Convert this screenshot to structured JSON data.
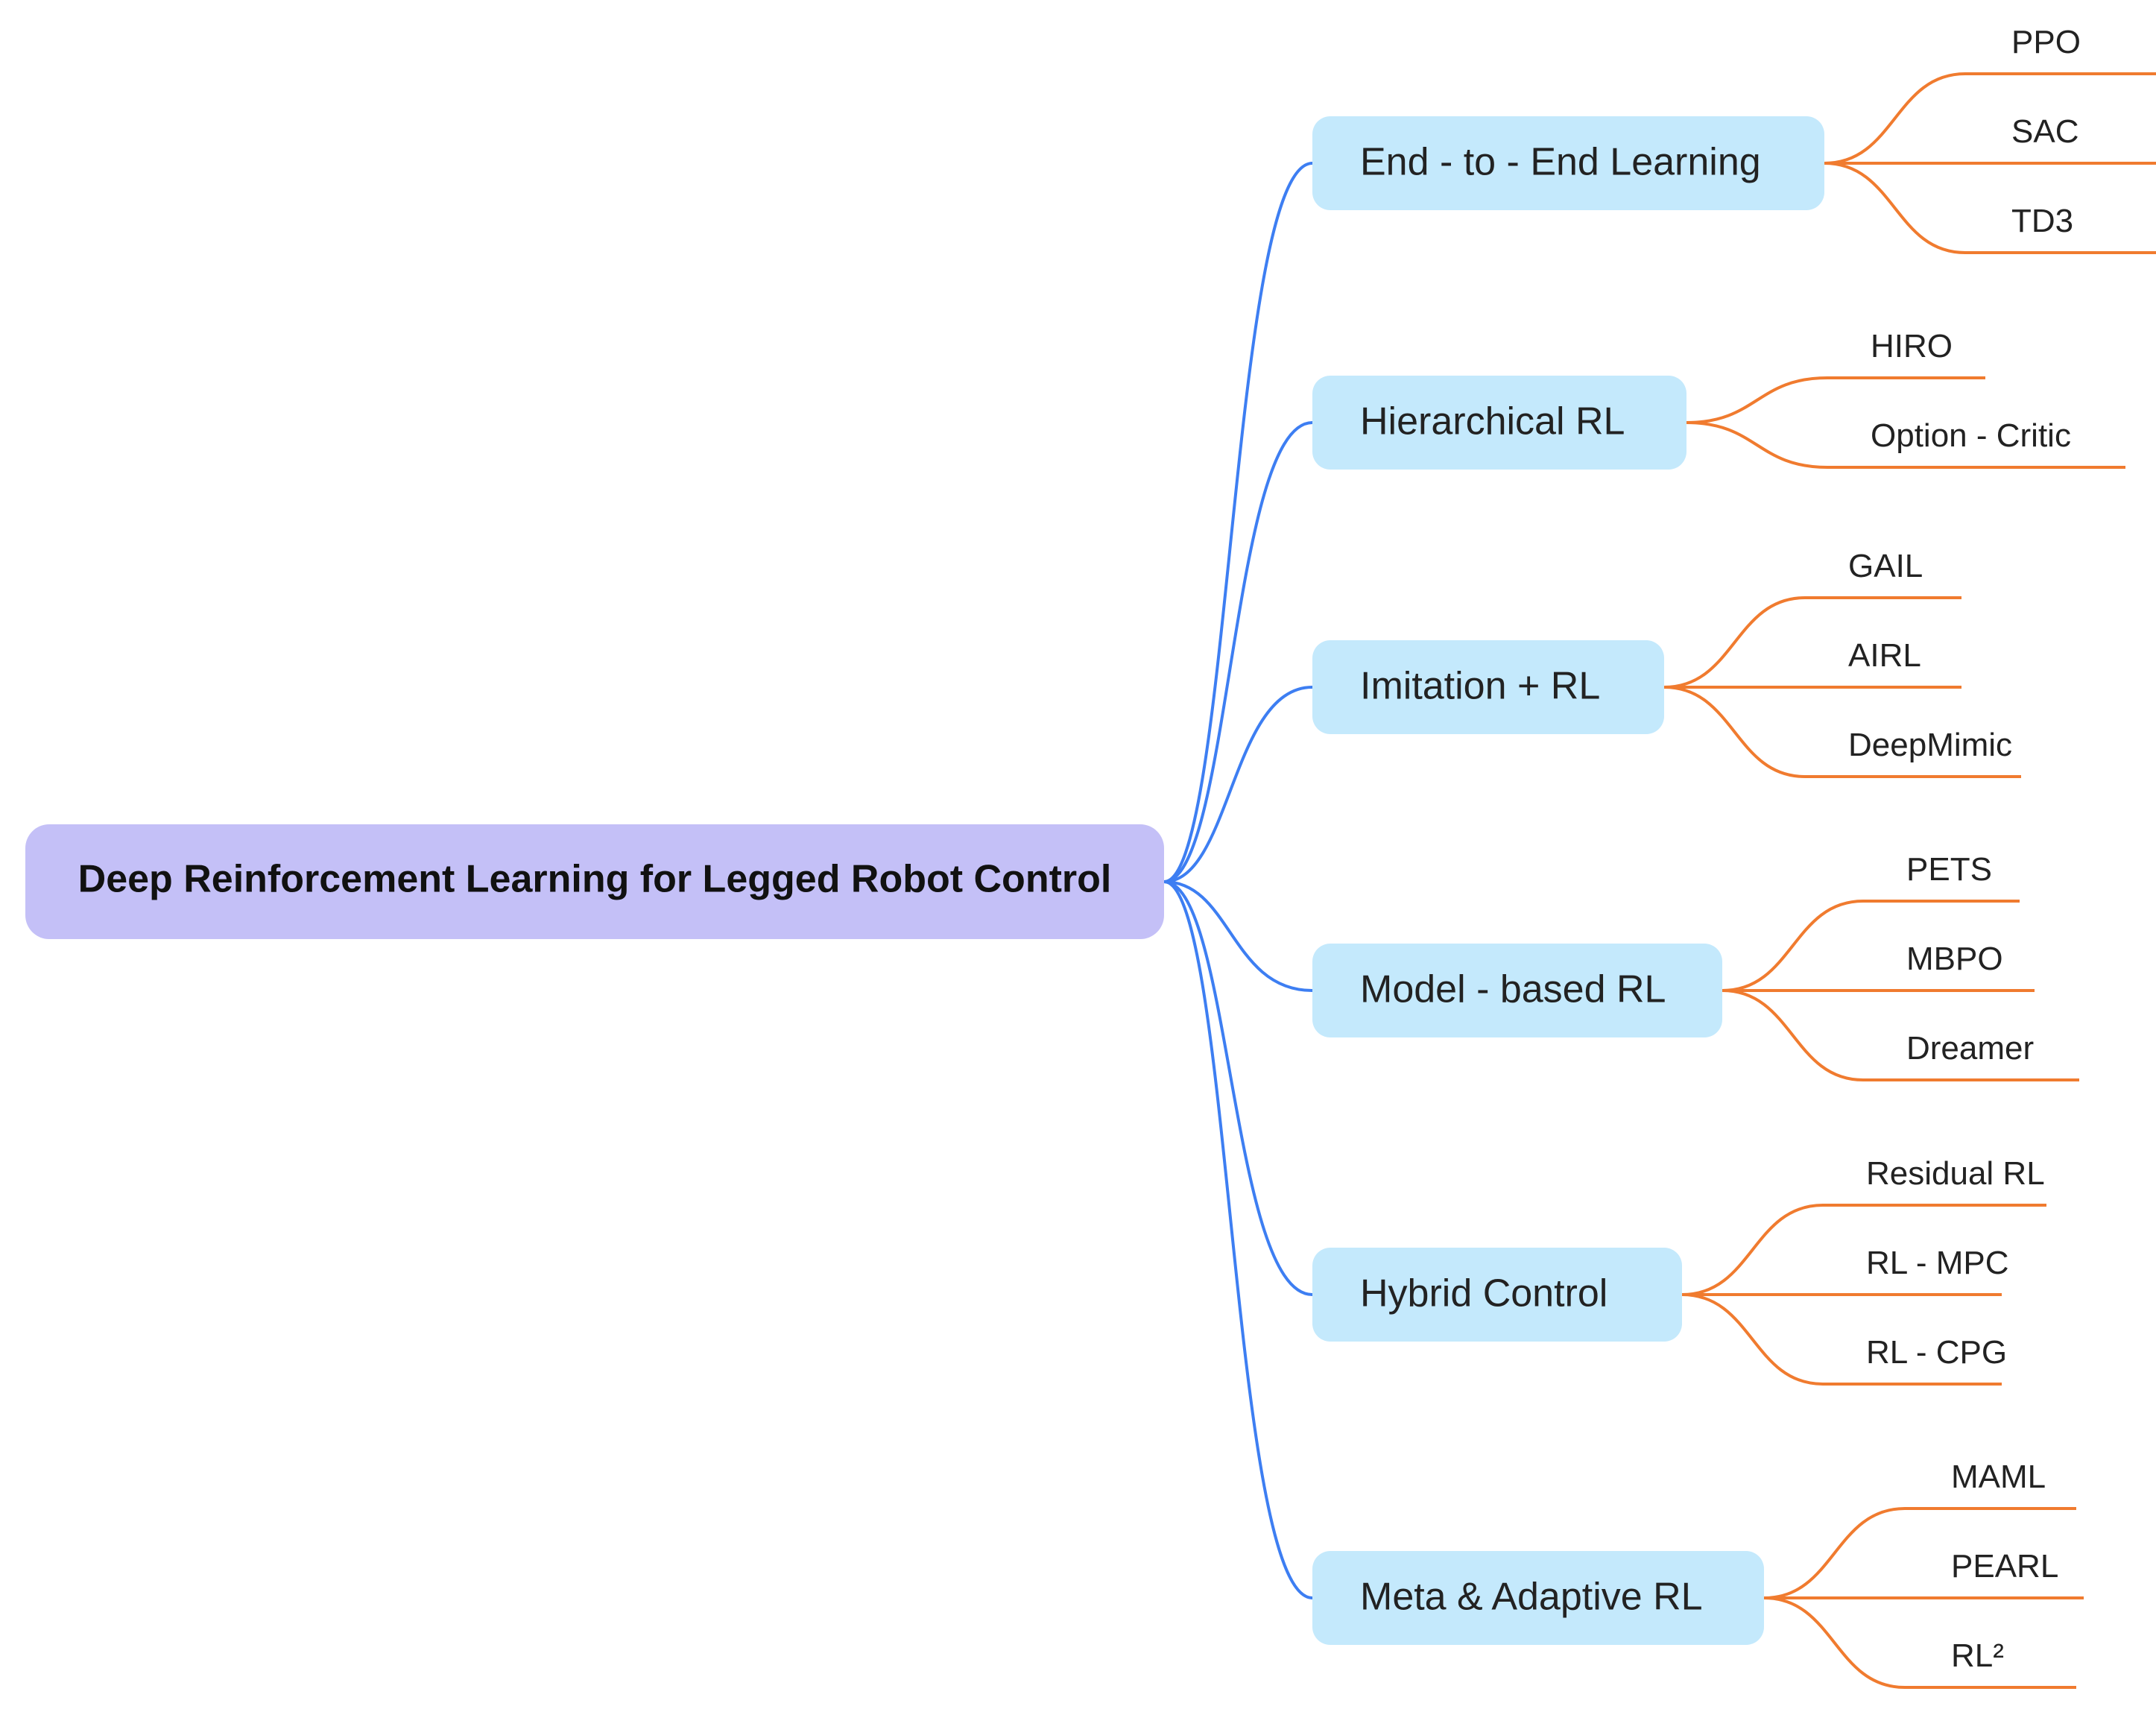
{
  "colors": {
    "root_fill": "#c4c0f7",
    "branch_fill": "#c4e9fc",
    "root_link": "#3d7ef2",
    "leaf_link": "#f07b2f"
  },
  "root": {
    "label": "Deep Reinforcement Learning for Legged Robot Control"
  },
  "branches": [
    {
      "label": "End - to - End Learning",
      "children": [
        "PPO",
        "SAC",
        "TD3"
      ]
    },
    {
      "label": "Hierarchical RL",
      "children": [
        "HIRO",
        "Option - Critic"
      ]
    },
    {
      "label": "Imitation + RL",
      "children": [
        "GAIL",
        "AIRL",
        "DeepMimic"
      ]
    },
    {
      "label": "Model - based RL",
      "children": [
        "PETS",
        "MBPO",
        "Dreamer"
      ]
    },
    {
      "label": "Hybrid Control",
      "children": [
        "Residual RL",
        "RL - MPC",
        "RL - CPG"
      ]
    },
    {
      "label": "Meta & Adaptive RL",
      "children": [
        "MAML",
        "PEARL",
        "RL²"
      ]
    }
  ]
}
